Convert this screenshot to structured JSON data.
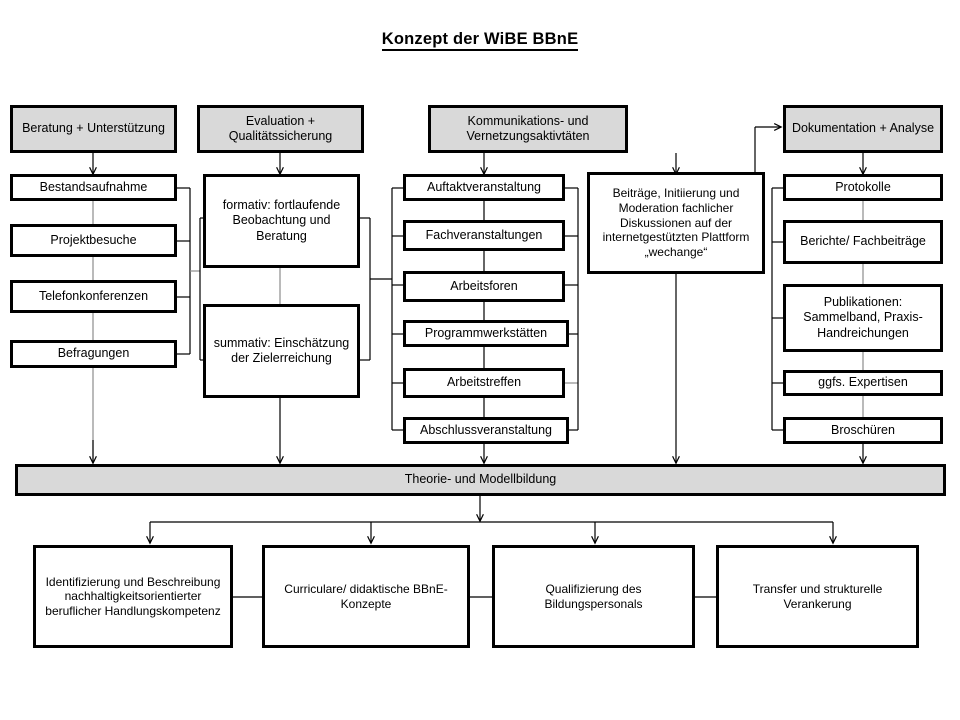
{
  "page": {
    "title": "Konzept der WiBE BBnE",
    "background_color": "#ffffff",
    "header_fill": "#d9d9d9",
    "box_fill": "#ffffff",
    "line_color": "#000000"
  },
  "columns": [
    {
      "header": "Beratung + Unterstützung",
      "items": [
        "Bestandsaufnahme",
        "Projektbesuche",
        "Telefonkonferenzen",
        "Befragungen"
      ]
    },
    {
      "header": "Evaluation + Qualitätssicherung",
      "items": [
        "formativ: fortlaufende Beobachtung und Beratung",
        "summativ: Einschätzung der Zielerreichung"
      ]
    },
    {
      "header": "Kommunikations- und Vernetzungsaktivtäten",
      "items": [
        "Auftaktveranstaltung",
        "Fachveranstaltungen",
        "Arbeitsforen",
        "Programmwerkstätten",
        "Arbeitstreffen",
        "Abschlussveranstaltung"
      ],
      "side_item": "Beiträge, Initiierung und Moderation fachlicher Diskussionen auf der internetgestützten Plattform „wechange“"
    },
    {
      "header": "Dokumentation + Analyse",
      "items": [
        "Protokolle",
        "Berichte/ Fachbeiträge",
        "Publikationen: Sammelband, Praxis-Handreichungen",
        "ggfs. Expertisen",
        "Broschüren"
      ]
    }
  ],
  "middle_bar": {
    "label": "Theorie- und Modellbildung"
  },
  "outcomes": [
    "Identifizierung und Beschreibung nachhaltigkeitsorientierter beruflicher Handlungskompetenz",
    "Curriculare/ didaktische BBnE-Konzepte",
    "Qualifizierung des Bildungspersonals",
    "Transfer und strukturelle Verankerung"
  ]
}
